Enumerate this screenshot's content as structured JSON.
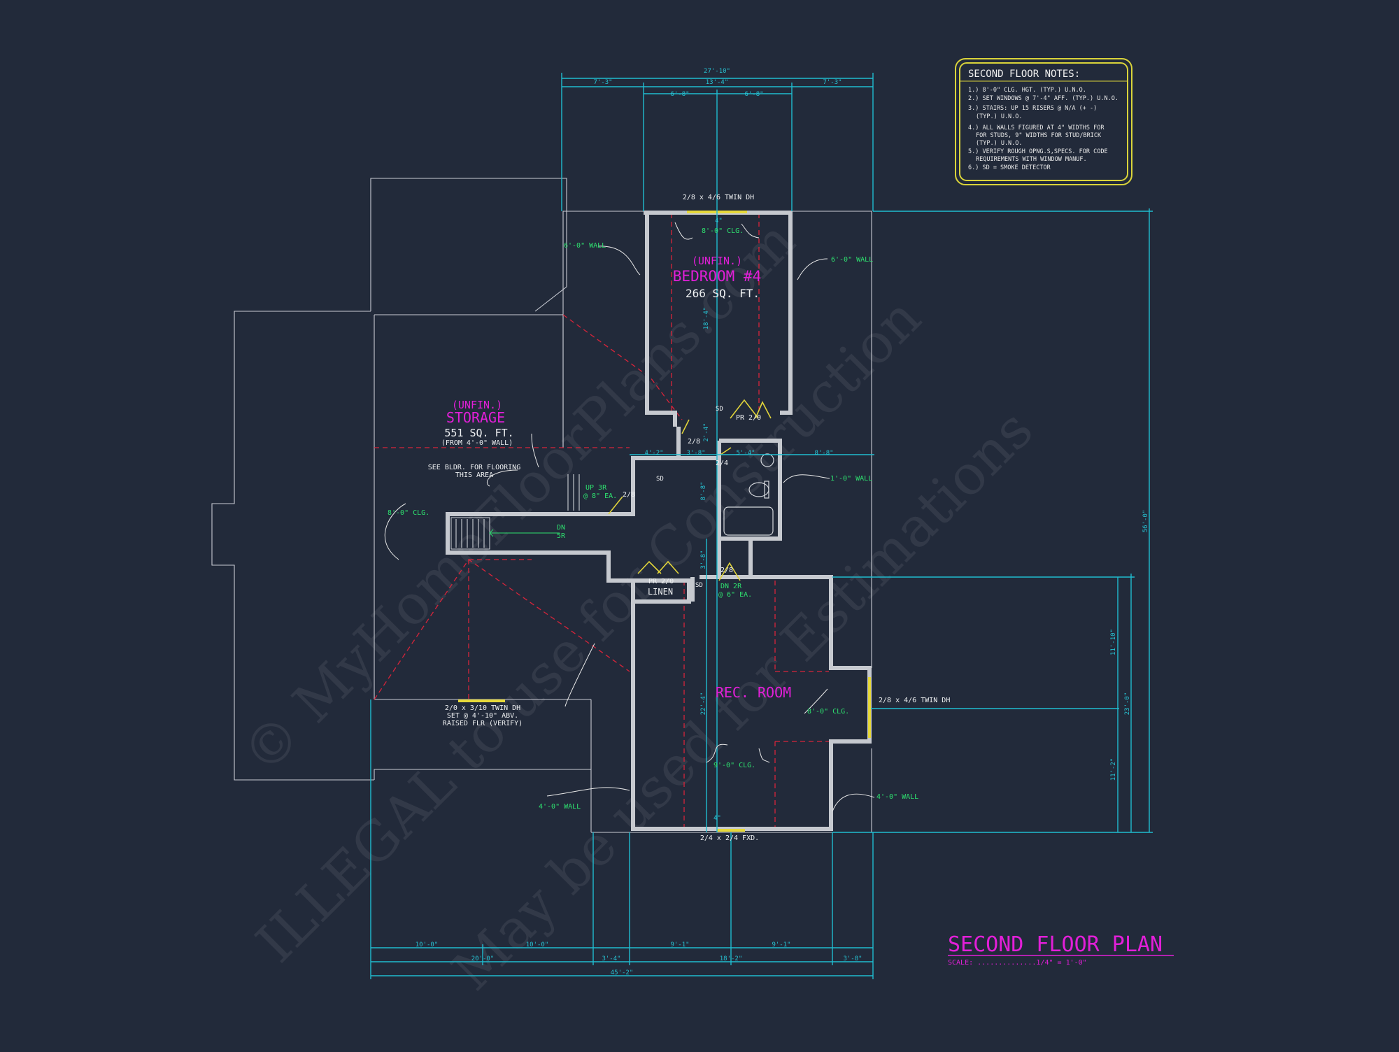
{
  "title": "SECOND FLOOR PLAN",
  "scale_label": "SCALE: ..............1/4\" = 1'-0\"",
  "notes": {
    "heading": "SECOND FLOOR NOTES:",
    "lines": [
      "1.) 8'-0\" CLG. HGT. (TYP.) U.N.O.",
      "2.) SET WINDOWS @ 7'-4\" AFF. (TYP.) U.N.O.",
      "3.) STAIRS: UP 15 RISERS @ N/A (+ -)",
      "(TYP.) U.N.O.",
      "4.) ALL WALLS FIGURED AT 4\" WIDTHS FOR",
      "FOR STUDS, 9\" WIDTHS FOR STUD/BRICK",
      "(TYP.) U.N.O.",
      "5.) VERIFY ROUGH OPNG.S,SPECS. FOR CODE",
      "REQUIREMENTS WITH WINDOW MANUF.",
      "6.) SD = SMOKE DETECTOR"
    ]
  },
  "rooms": {
    "bedroom": {
      "unfin": "(UNFIN.)",
      "name": "BEDROOM #4",
      "area": "266 SQ. FT."
    },
    "storage": {
      "unfin": "(UNFIN.)",
      "name": "STORAGE",
      "area": "551 SQ. FT.",
      "sub": "(FROM 4'-0\" WALL)"
    },
    "rec": {
      "name": "REC. ROOM"
    },
    "linen": "LINEN"
  },
  "labels": {
    "win_top": "2/8 x 4/6 TWIN DH",
    "clg_bed": "8'-0\" CLG.",
    "wall_6_left": "6'-0\" WALL",
    "wall_6_right": "6'-0\" WALL",
    "pr_bed": "PR 2/0",
    "sd1": "SD",
    "sd2": "SD",
    "sd3": "SD",
    "door_28_a": "2/8",
    "door_24": "2/4",
    "door_28_b": "2/8",
    "door_28_c": "2/8",
    "see_bldr_1": "SEE BLDR. FOR FLOORING",
    "see_bldr_2": "THIS AREA",
    "up_3r_1": "UP 3R",
    "up_3r_2": "@ 8\" EA.",
    "clg_storage": "8'-0\" CLG.",
    "dn_5r_1": "DN",
    "dn_5r_2": "5R",
    "wall_1": "1'-0\" WALL",
    "pr_linen": "PR 2/0",
    "dn_2r_1": "DN 2R",
    "dn_2r_2": "@ 6\" EA.",
    "win_bottom_1": "2/0 x 3/10 TWIN DH",
    "win_bottom_2": "SET @ 4'-10\" ABV.",
    "win_bottom_3": "RAISED FLR (VERIFY)",
    "win_right": "2/8 x 4/6 TWIN DH",
    "clg_rec": "8'-0\" CLG.",
    "clg_rec_9": "9'-0\" CLG.",
    "wall_4_left": "4'-0\" WALL",
    "wall_4_right": "4'-0\" WALL",
    "fxd": "2/4 x 2/4 FXD."
  },
  "dims": {
    "top_total": "27'-10\"",
    "top_left": "7'-3\"",
    "top_mid": "13'-4\"",
    "top_right": "7'-3\"",
    "top_sub1": "6'-8\"",
    "top_sub2": "6'-8\"",
    "bed_depth": "18'-4\"",
    "d_2_4": "2'-4\"",
    "d_4_2": "4'-2\"",
    "d_3_8": "3'-8\"",
    "d_5_4": "5'-4\"",
    "d_8_8": "8'-8\"",
    "d_8_8v": "8'-8\"",
    "d_3_8v": "3'-8\"",
    "rec_depth": "22'-4\"",
    "right_total": "56'-0\"",
    "right_a": "11'-10\"",
    "right_b": "23'-0\"",
    "right_c": "11'-2\"",
    "bot_10a": "10'-0\"",
    "bot_10b": "10'-0\"",
    "bot_20": "20'-0\"",
    "bot_3_4": "3'-4\"",
    "bot_9_1a": "9'-1\"",
    "bot_9_1b": "9'-1\"",
    "bot_18_2": "18'-2\"",
    "bot_3_8": "3'-8\"",
    "bot_total": "45'-2\"",
    "d_4a": "4\"",
    "d_4b": "4\""
  },
  "watermark": {
    "line1": "© MyHomeFloorPlans.com",
    "line2": "ILLEGAL to use for Construction",
    "line3": "May be used for Estimations"
  },
  "colors": {
    "background": "#222a3a",
    "dimension": "#1fbcd0",
    "label_green": "#2ee06f",
    "room_magenta": "#e21fd8",
    "ridge_red": "#d8243a",
    "window_yellow": "#e7d93a"
  }
}
